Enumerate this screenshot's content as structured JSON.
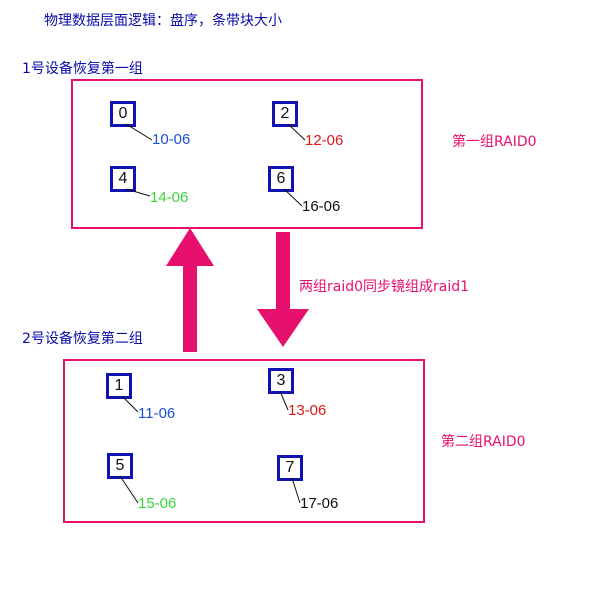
{
  "title": "物理数据层面逻辑：盘序，条带块大小",
  "group1": {
    "device_label": "1号设备恢复第一组",
    "raid_label": "第一组RAID0",
    "disks": [
      {
        "id": "0",
        "stripe": "10-06",
        "stripe_color": "#1a4fd8"
      },
      {
        "id": "2",
        "stripe": "12-06",
        "stripe_color": "#e01818"
      },
      {
        "id": "4",
        "stripe": "14-06",
        "stripe_color": "#3cd23c"
      },
      {
        "id": "6",
        "stripe": "16-06",
        "stripe_color": "#111111"
      }
    ]
  },
  "group2": {
    "device_label": "2号设备恢复第二组",
    "raid_label": "第二组RAID0",
    "disks": [
      {
        "id": "1",
        "stripe": "11-06",
        "stripe_color": "#1a4fd8"
      },
      {
        "id": "3",
        "stripe": "13-06",
        "stripe_color": "#e01818"
      },
      {
        "id": "5",
        "stripe": "15-06",
        "stripe_color": "#3cd23c"
      },
      {
        "id": "7",
        "stripe": "17-06",
        "stripe_color": "#111111"
      }
    ]
  },
  "sync_label": "两组raid0同步镜组成raid1",
  "colors": {
    "accent_pink": "#e8106e",
    "text_blue": "#0a0aa8",
    "disk_border": "#1212b0"
  },
  "icons": [
    "arrow-up-icon",
    "arrow-down-icon"
  ]
}
